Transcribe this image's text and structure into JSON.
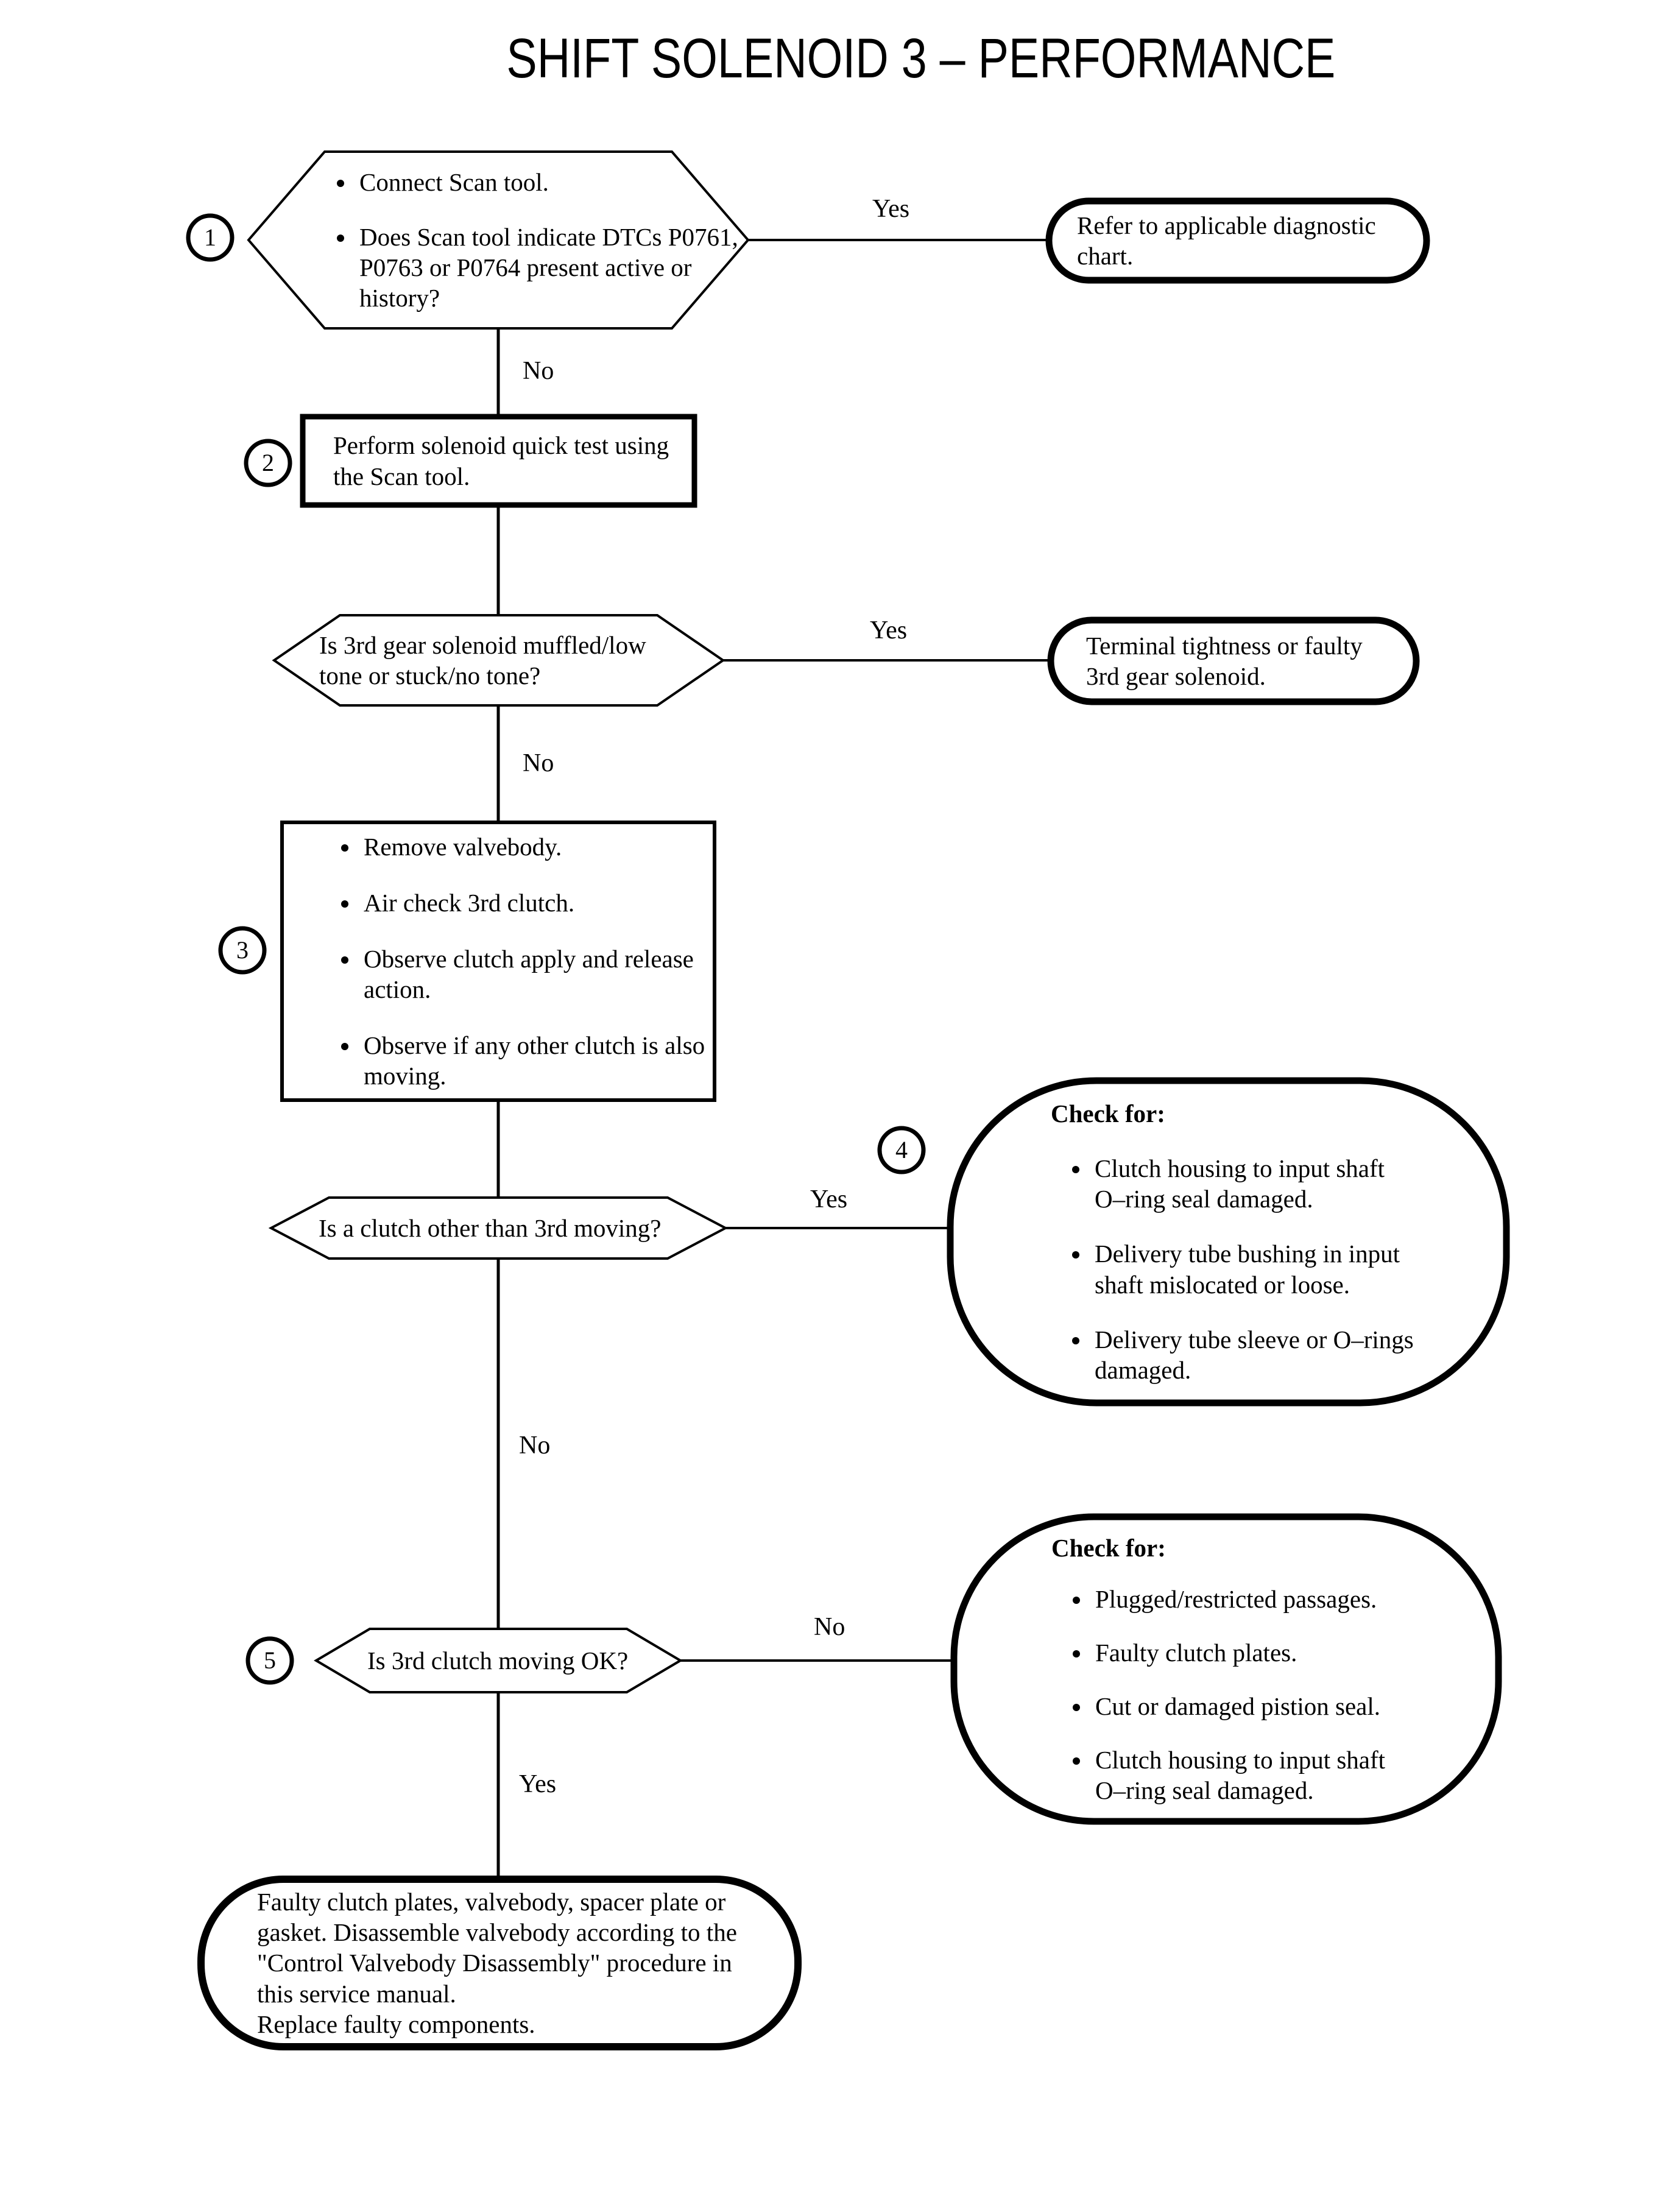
{
  "title": "SHIFT SOLENOID 3 – PERFORMANCE",
  "labels": {
    "yes": "Yes",
    "no": "No"
  },
  "steps": [
    "1",
    "2",
    "3",
    "4",
    "5"
  ],
  "nodes": {
    "n1": {
      "bullets": [
        "Connect Scan tool.",
        "Does Scan tool indicate DTCs P0761, P0763 or P0764 present active or history?"
      ]
    },
    "n2": {
      "text": "Perform solenoid quick test using the Scan tool."
    },
    "n3": {
      "text": "Refer to applicable diagnostic chart."
    },
    "n4": {
      "text": "Is 3rd gear solenoid muffled/low tone or stuck/no tone?"
    },
    "n5": {
      "text": "Terminal tightness or faulty 3rd gear solenoid."
    },
    "n6": {
      "bullets": [
        "Remove valvebody.",
        "Air check 3rd clutch.",
        "Observe clutch apply and release action.",
        "Observe if any other clutch is also moving."
      ]
    },
    "n7": {
      "text": "Is a clutch other than 3rd moving?"
    },
    "n8": {
      "heading": "Check for:",
      "bullets": [
        "Clutch housing to input shaft O–ring seal damaged.",
        "Delivery tube bushing in input shaft mislocated or loose.",
        "Delivery tube sleeve or O–rings damaged."
      ]
    },
    "n9": {
      "text": "Is 3rd clutch moving OK?"
    },
    "n10": {
      "heading": "Check for:",
      "bullets": [
        "Plugged/restricted passages.",
        "Faulty clutch plates.",
        "Cut or damaged pistion seal.",
        "Clutch housing to input shaft O–ring seal damaged."
      ]
    },
    "n11": {
      "text": "Faulty clutch plates, valvebody, spacer plate or gasket.  Disassemble valvebody according to the \"Control Valvebody Disassembly\" procedure in this service manual.",
      "text2": "Replace faulty components."
    }
  }
}
